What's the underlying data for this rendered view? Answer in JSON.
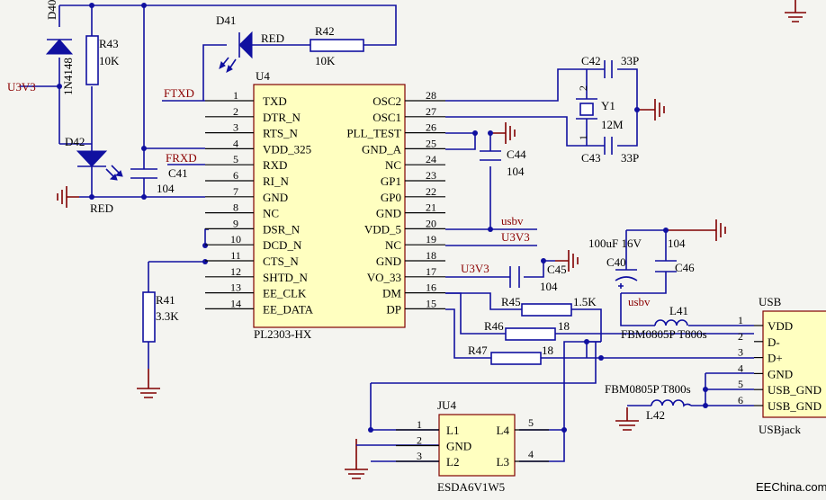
{
  "diagram": {
    "watermark": "EEChina.com",
    "nets": {
      "u3v3_left": "U3V3",
      "ftxd": "FTXD",
      "frxd": "FRXD",
      "red_top": "RED",
      "red_left": "RED",
      "usbv_a": "usbv",
      "u3v3_a": "U3V3",
      "u3v3_b": "U3V3",
      "usbv_b": "usbv"
    },
    "parts": {
      "d40": {
        "ref": "D40",
        "value": "1N4148"
      },
      "r43": {
        "ref": "R43",
        "value": "10K"
      },
      "d41": {
        "ref": "D41"
      },
      "r42": {
        "ref": "R42",
        "value": "10K"
      },
      "d42": {
        "ref": "D42"
      },
      "c41": {
        "ref": "C41",
        "value": "104"
      },
      "r41": {
        "ref": "R41",
        "value": "3.3K"
      },
      "u4": {
        "ref": "U4",
        "value": "PL2303-HX"
      },
      "c42": {
        "ref": "C42",
        "value": "33P"
      },
      "c43": {
        "ref": "C43",
        "value": "33P"
      },
      "y1": {
        "ref": "Y1",
        "value": "12M"
      },
      "c44": {
        "ref": "C44",
        "value": "104"
      },
      "c45": {
        "ref": "C45",
        "value": "104"
      },
      "c40": {
        "ref": "C40",
        "value": "100uF 16V"
      },
      "c46": {
        "ref": "C46",
        "value": "104"
      },
      "r45": {
        "ref": "R45",
        "value": "1.5K"
      },
      "r46": {
        "ref": "R46",
        "value": "18"
      },
      "r47": {
        "ref": "R47",
        "value": "18"
      },
      "l41": {
        "ref": "L41",
        "value": "FBM0805P T800s"
      },
      "l42": {
        "ref": "L42",
        "value": "FBM0805P T800s"
      },
      "usb": {
        "ref": "USB",
        "value": "USBjack"
      },
      "ju4": {
        "ref": "JU4",
        "value": "ESDA6V1W5"
      }
    },
    "y1_pins": [
      "2",
      "1"
    ],
    "u4_left_pins": [
      {
        "num": "1",
        "name": "TXD"
      },
      {
        "num": "2",
        "name": "DTR_N"
      },
      {
        "num": "3",
        "name": "RTS_N"
      },
      {
        "num": "4",
        "name": "VDD_325"
      },
      {
        "num": "5",
        "name": "RXD"
      },
      {
        "num": "6",
        "name": "RI_N"
      },
      {
        "num": "7",
        "name": "GND"
      },
      {
        "num": "8",
        "name": "NC"
      },
      {
        "num": "9",
        "name": "DSR_N"
      },
      {
        "num": "10",
        "name": "DCD_N"
      },
      {
        "num": "11",
        "name": "CTS_N"
      },
      {
        "num": "12",
        "name": "SHTD_N"
      },
      {
        "num": "13",
        "name": "EE_CLK"
      },
      {
        "num": "14",
        "name": "EE_DATA"
      }
    ],
    "u4_right_pins": [
      {
        "num": "28",
        "name": "OSC2"
      },
      {
        "num": "27",
        "name": "OSC1"
      },
      {
        "num": "26",
        "name": "PLL_TEST"
      },
      {
        "num": "25",
        "name": "GND_A"
      },
      {
        "num": "24",
        "name": "NC"
      },
      {
        "num": "23",
        "name": "GP1"
      },
      {
        "num": "22",
        "name": "GP0"
      },
      {
        "num": "21",
        "name": "GND"
      },
      {
        "num": "20",
        "name": "VDD_5"
      },
      {
        "num": "19",
        "name": "NC"
      },
      {
        "num": "18",
        "name": "GND"
      },
      {
        "num": "17",
        "name": "VO_33"
      },
      {
        "num": "16",
        "name": "DM"
      },
      {
        "num": "15",
        "name": "DP"
      }
    ],
    "usb_pins": [
      {
        "num": "1",
        "name": "VDD"
      },
      {
        "num": "2",
        "name": "D-"
      },
      {
        "num": "3",
        "name": "D+"
      },
      {
        "num": "4",
        "name": "GND"
      },
      {
        "num": "5",
        "name": "USB_GND"
      },
      {
        "num": "6",
        "name": "USB_GND"
      }
    ],
    "ju4_pins": [
      {
        "num": "1",
        "name": "L1"
      },
      {
        "num": "2",
        "name": "GND"
      },
      {
        "num": "3",
        "name": "L2"
      },
      {
        "num": "5",
        "name": "L4"
      },
      {
        "num": "4",
        "name": "L3"
      }
    ]
  }
}
